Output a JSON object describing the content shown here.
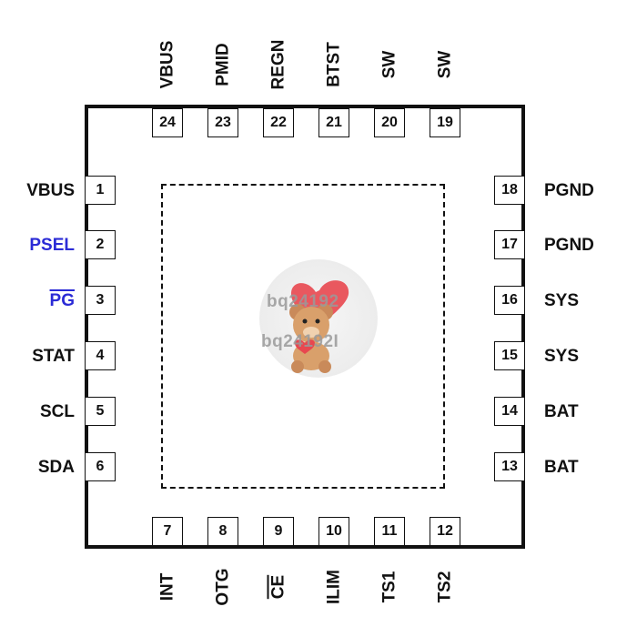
{
  "left_pins": [
    {
      "num": "1",
      "label": "VBUS",
      "color": "#111111",
      "overline": false
    },
    {
      "num": "2",
      "label": "PSEL",
      "color": "#2b2bd6",
      "overline": false
    },
    {
      "num": "3",
      "label": "PG",
      "color": "#2b2bd6",
      "overline": true
    },
    {
      "num": "4",
      "label": "STAT",
      "color": "#111111",
      "overline": false
    },
    {
      "num": "5",
      "label": "SCL",
      "color": "#111111",
      "overline": false
    },
    {
      "num": "6",
      "label": "SDA",
      "color": "#111111",
      "overline": false
    }
  ],
  "right_pins": [
    {
      "num": "18",
      "label": "PGND"
    },
    {
      "num": "17",
      "label": "PGND"
    },
    {
      "num": "16",
      "label": "SYS"
    },
    {
      "num": "15",
      "label": "SYS"
    },
    {
      "num": "14",
      "label": "BAT"
    },
    {
      "num": "13",
      "label": "BAT"
    }
  ],
  "top_pins": [
    {
      "num": "24",
      "label": "VBUS"
    },
    {
      "num": "23",
      "label": "PMID"
    },
    {
      "num": "22",
      "label": "REGN"
    },
    {
      "num": "21",
      "label": "BTST"
    },
    {
      "num": "20",
      "label": "SW"
    },
    {
      "num": "19",
      "label": "SW"
    }
  ],
  "bottom_pins": [
    {
      "num": "7",
      "label": "INT",
      "overline": false
    },
    {
      "num": "8",
      "label": "OTG",
      "overline": false
    },
    {
      "num": "9",
      "label": "CE",
      "overline": true
    },
    {
      "num": "10",
      "label": "ILIM",
      "overline": false
    },
    {
      "num": "11",
      "label": "TS1",
      "overline": false
    },
    {
      "num": "12",
      "label": "TS2",
      "overline": false
    }
  ],
  "watermark": {
    "line1": "bq24192",
    "line2": "bq24192I",
    "icon": "teddy-bear-heart-icon"
  },
  "colors": {
    "outline": "#111111",
    "blue_label": "#2b2bd6",
    "heart": "#e8474f"
  }
}
